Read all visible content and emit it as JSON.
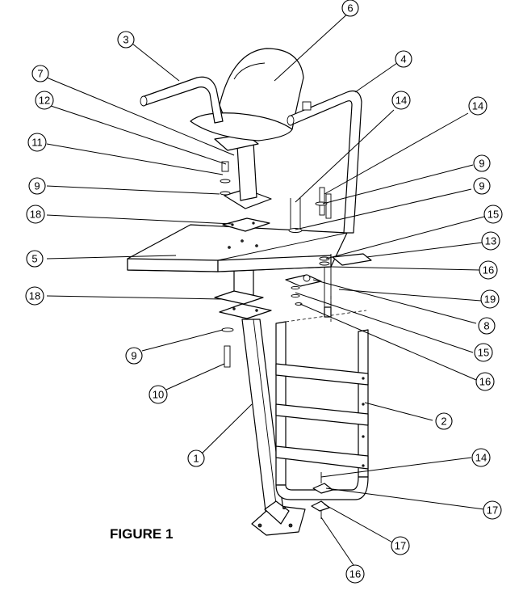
{
  "figure": {
    "label": "FIGURE 1"
  },
  "callouts": [
    {
      "id": "c1",
      "number": "1"
    },
    {
      "id": "c2",
      "number": "2"
    },
    {
      "id": "c3",
      "number": "3"
    },
    {
      "id": "c4",
      "number": "4"
    },
    {
      "id": "c5",
      "number": "5"
    },
    {
      "id": "c6",
      "number": "6"
    },
    {
      "id": "c7",
      "number": "7"
    },
    {
      "id": "c8",
      "number": "8"
    },
    {
      "id": "c9a",
      "number": "9"
    },
    {
      "id": "c9b",
      "number": "9"
    },
    {
      "id": "c9c",
      "number": "9"
    },
    {
      "id": "c9d",
      "number": "9"
    },
    {
      "id": "c10",
      "number": "10"
    },
    {
      "id": "c11",
      "number": "11"
    },
    {
      "id": "c12",
      "number": "12"
    },
    {
      "id": "c13",
      "number": "13"
    },
    {
      "id": "c14a",
      "number": "14"
    },
    {
      "id": "c14b",
      "number": "14"
    },
    {
      "id": "c14c",
      "number": "14"
    },
    {
      "id": "c15a",
      "number": "15"
    },
    {
      "id": "c15b",
      "number": "15"
    },
    {
      "id": "c16a",
      "number": "16"
    },
    {
      "id": "c16b",
      "number": "16"
    },
    {
      "id": "c16c",
      "number": "16"
    },
    {
      "id": "c17a",
      "number": "17"
    },
    {
      "id": "c17b",
      "number": "17"
    },
    {
      "id": "c18a",
      "number": "18"
    },
    {
      "id": "c18b",
      "number": "18"
    },
    {
      "id": "c19",
      "number": "19"
    }
  ]
}
